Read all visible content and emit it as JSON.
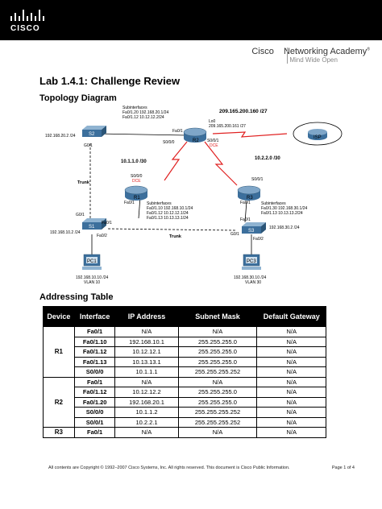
{
  "header": {
    "logo_text": "CISCO",
    "academy_name_1": "Cisco",
    "academy_name_2": "Networking Academy",
    "academy_reg": "®",
    "tagline": "Mind Wide Open"
  },
  "title": "Lab 1.4.1: Challenge Review",
  "topology_heading": "Topology Diagram",
  "addressing_heading": "Addressing Table",
  "topology": {
    "r2_subinterfaces": [
      "Subinterfaces",
      "Fa0/1.20 192.168.20.1/24",
      "Fa0/1.12 10.12.12.2/24"
    ],
    "r2_lo0": [
      "Lo0",
      "209.165.200.161 /27"
    ],
    "isp_net": "209.165.200.160 /27",
    "s2_ip": "192.168.20.2 /24",
    "fa01_r2": "Fa0/1",
    "s2_g01": "G0/1",
    "r2_s000": "S0/0/0",
    "r2_s001": "S0/0/1",
    "dce_r2": "DCE",
    "net_r1r2": "10.1.1.0 /30",
    "net_r2r3": "10.2.2.0 /30",
    "r1_s000": "S0/0/0",
    "dce_r1": "DCE",
    "r3_s001": "S0/0/1",
    "trunk_left": "Trunk",
    "trunk_bottom": "Trunk",
    "r1_fa01": "Fa0/1",
    "r3_fa01": "Fa0/1",
    "r1_subinterfaces": [
      "Subinterfaces",
      "Fa0/1.10 192.168.10.1/24",
      "Fa0/1.12 10.12.12.1/24",
      "Fa0/1.13 10.13.13.1/24"
    ],
    "r3_subinterfaces": [
      "Subinterfaces",
      "Fa0/1.30 192.168.30.1/24",
      "Fa0/1.13 10.13.13.2/24"
    ],
    "s1_g01": "G0/1",
    "s1_fa01": "Fa0/1",
    "s1_fa02": "Fa0/2",
    "s1_ip": "192.168.10.2 /24",
    "s3_g01": "G0/1",
    "s3_fa01": "Fa0/1",
    "s3_fa02": "Fa0/2",
    "s3_ip": "192.168.30.2 /24",
    "pc1_ip": "192.168.10.10 /24",
    "pc1_vlan": "VLAN 10",
    "pc3_ip": "192.168.30.10 /24",
    "pc3_vlan": "VLAN 30",
    "labels": {
      "R1": "R1",
      "R2": "R2",
      "R3": "R3",
      "S1": "S1",
      "S2": "S2",
      "S3": "S3",
      "ISP": "ISP",
      "PC1": "PC1",
      "PC3": "PC3"
    }
  },
  "table": {
    "headers": [
      "Device",
      "Interface",
      "IP Address",
      "Subnet Mask",
      "Default Gateway"
    ],
    "groups": [
      {
        "device": "R1",
        "rows": [
          [
            "Fa0/1",
            "N/A",
            "N/A",
            "N/A"
          ],
          [
            "Fa0/1.10",
            "192.168.10.1",
            "255.255.255.0",
            "N/A"
          ],
          [
            "Fa0/1.12",
            "10.12.12.1",
            "255.255.255.0",
            "N/A"
          ],
          [
            "Fa0/1.13",
            "10.13.13.1",
            "255.255.255.0",
            "N/A"
          ],
          [
            "S0/0/0",
            "10.1.1.1",
            "255.255.255.252",
            "N/A"
          ]
        ]
      },
      {
        "device": "R2",
        "rows": [
          [
            "Fa0/1",
            "N/A",
            "N/A",
            "N/A"
          ],
          [
            "Fa0/1.12",
            "10.12.12.2",
            "255.255.255.0",
            "N/A"
          ],
          [
            "Fa0/1.20",
            "192.168.20.1",
            "255.255.255.0",
            "N/A"
          ],
          [
            "S0/0/0",
            "10.1.1.2",
            "255.255.255.252",
            "N/A"
          ],
          [
            "S0/0/1",
            "10.2.2.1",
            "255.255.255.252",
            "N/A"
          ]
        ]
      },
      {
        "device": "R3",
        "rows": [
          [
            "Fa0/1",
            "N/A",
            "N/A",
            "N/A"
          ]
        ]
      }
    ]
  },
  "footer": {
    "copyright": "All contents are Copyright © 1992–2007 Cisco Systems, Inc. All rights reserved. This document is Cisco Public Information.",
    "page": "Page 1 of 4"
  }
}
